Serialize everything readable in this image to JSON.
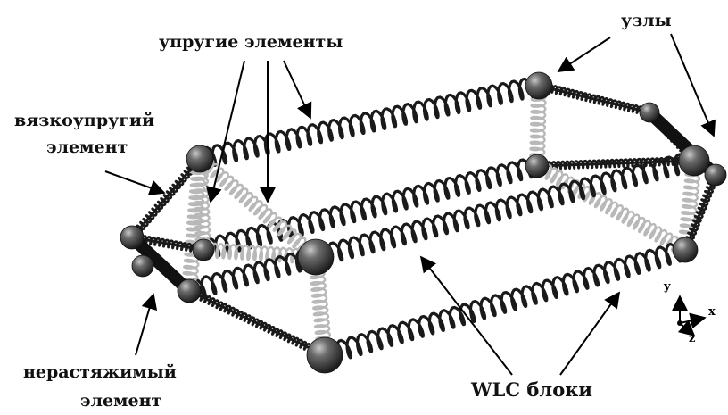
{
  "labels": {
    "elastic_elements": "упругие элементы",
    "nodes": "узлы",
    "viscoelastic_line1": "вязкоупругий",
    "viscoelastic_line2": "элемент",
    "inextensible_line1": "нерастяжимый",
    "inextensible_line2": "элемент",
    "wlc_blocks": "WLC блоки"
  },
  "axes": {
    "x": "x",
    "y": "y",
    "z": "z"
  },
  "colors": {
    "dark_spring": "#1a1a1a",
    "light_spring": "#b8b8b8",
    "node": "#3a3a3a",
    "node_highlight": "#bdbdbd",
    "arrow": "#000000"
  },
  "icons": {
    "node": "sphere",
    "wlc_block": "coil-spring",
    "elastic_element": "thin-coil-spring",
    "viscoelastic_element": "damper-spring",
    "inextensible_element": "rigid-bar"
  }
}
